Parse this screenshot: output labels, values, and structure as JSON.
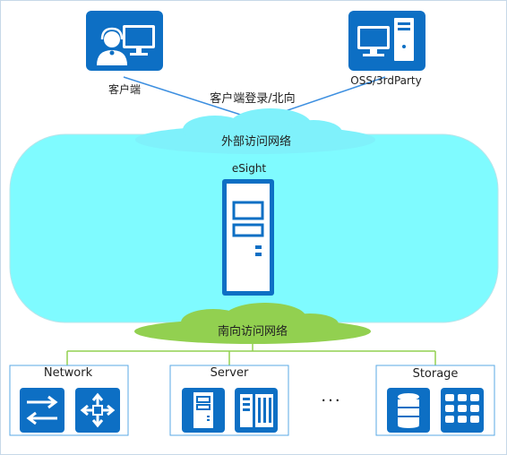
{
  "top": {
    "client": {
      "label": "客户端",
      "icon": "client-operator-icon"
    },
    "oss": {
      "label": "OSS/3rdParty",
      "icon": "oss-server-icon"
    },
    "connection_label": "客户端登录/北向"
  },
  "northbound_network": {
    "label": "外部访问网络"
  },
  "esight": {
    "label": "eSight",
    "icon": "esight-server-icon"
  },
  "southbound_network": {
    "label": "南向访问网络"
  },
  "groups": [
    {
      "label": "Network",
      "icons": [
        "switch-icon",
        "router-icon"
      ]
    },
    {
      "label": "Server",
      "icons": [
        "rack-server-icon",
        "blade-server-icon"
      ]
    },
    {
      "label": "Storage",
      "icons": [
        "storage-disk-icon",
        "storage-array-icon"
      ]
    }
  ],
  "ellipsis": "...",
  "colors": {
    "icon_blue": "#0d6fc4",
    "icon_blue_light": "#2986d9",
    "esight_area": "#7ffbff",
    "cloud_cyan": "#7ff1fb",
    "cloud_green": "#92d050",
    "line_blue": "#3d8fe0",
    "line_green": "#92d050",
    "box_border": "#5aa9e6"
  }
}
